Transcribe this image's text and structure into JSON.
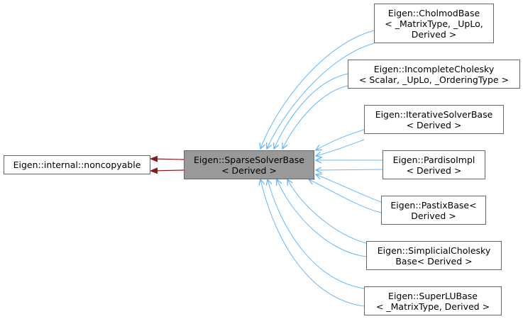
{
  "colors": {
    "inheritance_edge": "#63b8ff",
    "composition_edge": "#8b1a1a",
    "node_border": "#666666",
    "current_node_fill": "#999999"
  },
  "nodes": {
    "noncopyable": {
      "lines": [
        "Eigen::internal::noncopyable"
      ]
    },
    "sparse_solver_base": {
      "lines": [
        "Eigen::SparseSolverBase",
        "< Derived >"
      ]
    },
    "cholmod_base": {
      "lines": [
        "Eigen::CholmodBase",
        "< _MatrixType, _UpLo,",
        "Derived >"
      ]
    },
    "incomplete_cholesky": {
      "lines": [
        "Eigen::IncompleteCholesky",
        "< Scalar, _UpLo, _OrderingType >"
      ]
    },
    "iterative_solver_base": {
      "lines": [
        "Eigen::IterativeSolverBase",
        "< Derived >"
      ]
    },
    "pardiso_impl": {
      "lines": [
        "Eigen::PardisoImpl",
        "< Derived >"
      ]
    },
    "pastix_base": {
      "lines": [
        "Eigen::PastixBase<",
        "Derived >"
      ]
    },
    "simplicial_cholesky_base": {
      "lines": [
        "Eigen::SimplicialCholesky",
        "Base< Derived >"
      ]
    },
    "superlu_base": {
      "lines": [
        "Eigen::SuperLUBase",
        "< _MatrixType, Derived >"
      ]
    }
  }
}
